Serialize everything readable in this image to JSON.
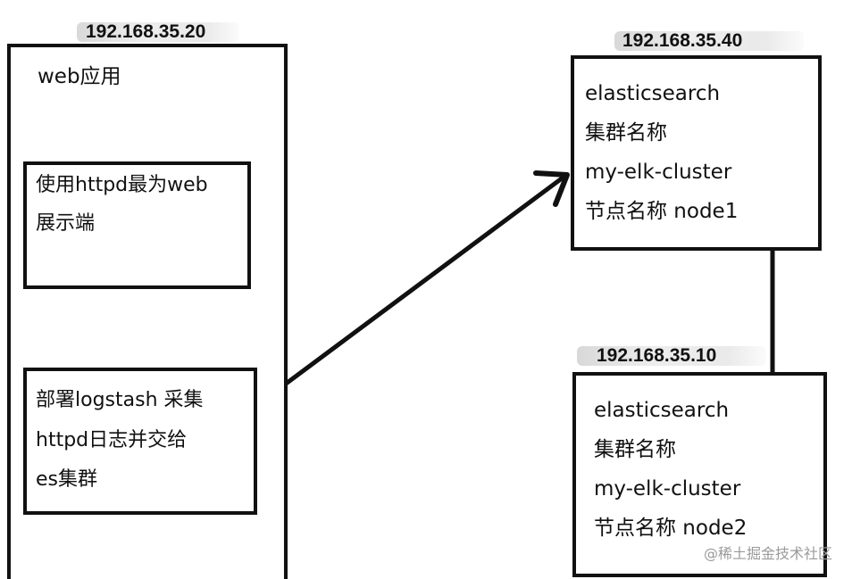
{
  "nodes": {
    "web": {
      "ip": "192.168.35.20",
      "title": "web应用",
      "httpd": {
        "lines": [
          "使用httpd最为web",
          "展示端"
        ]
      },
      "logstash": {
        "lines": [
          "部署logstash 采集",
          "httpd日志并交给",
          "es集群"
        ]
      }
    },
    "es1": {
      "ip": "192.168.35.40",
      "lines": [
        "elasticsearch",
        "集群名称",
        "my-elk-cluster",
        "节点名称 node1"
      ]
    },
    "es2": {
      "ip": "192.168.35.10",
      "lines": [
        "elasticsearch",
        "集群名称",
        "my-elk-cluster",
        "节点名称 node2"
      ]
    }
  },
  "watermark": "@稀土掘金技术社区",
  "colors": {
    "stroke": "#111111",
    "watermark": "#9a9a9a"
  }
}
